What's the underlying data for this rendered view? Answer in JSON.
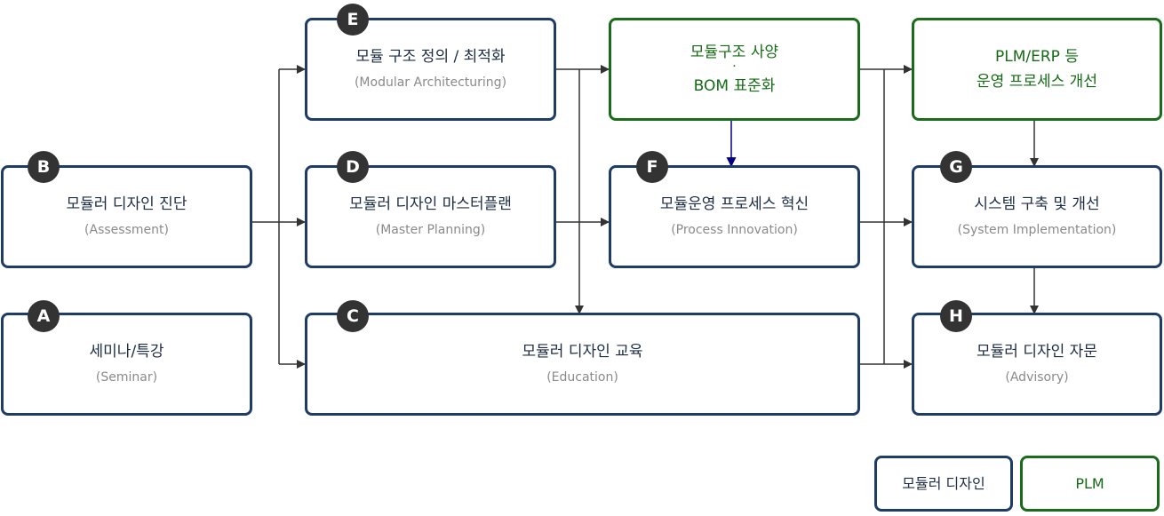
{
  "boxes": {
    "A": {
      "badge": "A",
      "title": "세미나/특강",
      "sub": "(Seminar)"
    },
    "B": {
      "badge": "B",
      "title": "모듈러 디자인 진단",
      "sub": "(Assessment)"
    },
    "C": {
      "badge": "C",
      "title": "모듈러 디자인 교육",
      "sub": "(Education)"
    },
    "D": {
      "badge": "D",
      "title": "모듈러 디자인 마스터플랜",
      "sub": "(Master Planning)"
    },
    "E": {
      "badge": "E",
      "title": "모듈 구조 정의 / 최적화",
      "sub": "(Modular Architecturing)"
    },
    "F": {
      "badge": "F",
      "title": "모듈운영 프로세스 혁신",
      "sub": "(Process Innovation)"
    },
    "G": {
      "badge": "G",
      "title": "시스템 구축 및 개선",
      "sub": "(System Implementation)"
    },
    "H": {
      "badge": "H",
      "title": "모듈러 디자인 자문",
      "sub": "(Advisory)"
    },
    "BOM": {
      "line1": "모듈구조 사양",
      "dot": "·",
      "line2": "BOM 표준화"
    },
    "PLM": {
      "line1": "PLM/ERP 등",
      "line2": "운영 프로세스 개선"
    }
  },
  "legend": {
    "modular": "모듈러 디자인",
    "plm": "PLM"
  },
  "colors": {
    "blue_border": "#1f3c66",
    "green_border": "#1a6b1a",
    "green_text": "#166b16",
    "badge": "#333333",
    "arrow": "#333333",
    "arrow_navy": "#000080"
  }
}
